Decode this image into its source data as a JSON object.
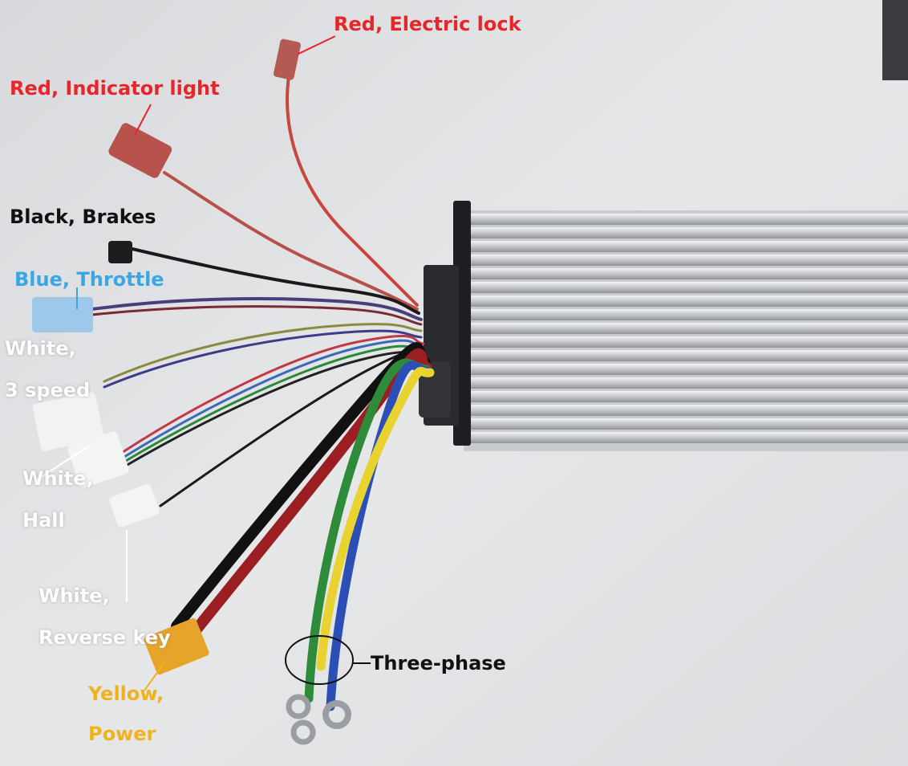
{
  "labels": {
    "electric_lock": "Red, Electric lock",
    "indicator_light": "Red, Indicator light",
    "brakes": "Black, Brakes",
    "throttle": "Blue, Throttle",
    "three_speed_1": "White,",
    "three_speed_2": "3 speed",
    "hall_1": "White,",
    "hall_2": "Hall",
    "reverse_1": "White,",
    "reverse_2": "Reverse key",
    "power_1": "Yellow,",
    "power_2": "Power",
    "three_phase": "Three-phase"
  },
  "colors": {
    "red_label": "#e8262a",
    "blue_label": "#3aa6e6",
    "yellow_label": "#f0b320",
    "phase_green": "#2e8b3a",
    "phase_yellow": "#e8d330",
    "phase_blue": "#2c4fb5",
    "controller_body": "#c9cbcf"
  }
}
